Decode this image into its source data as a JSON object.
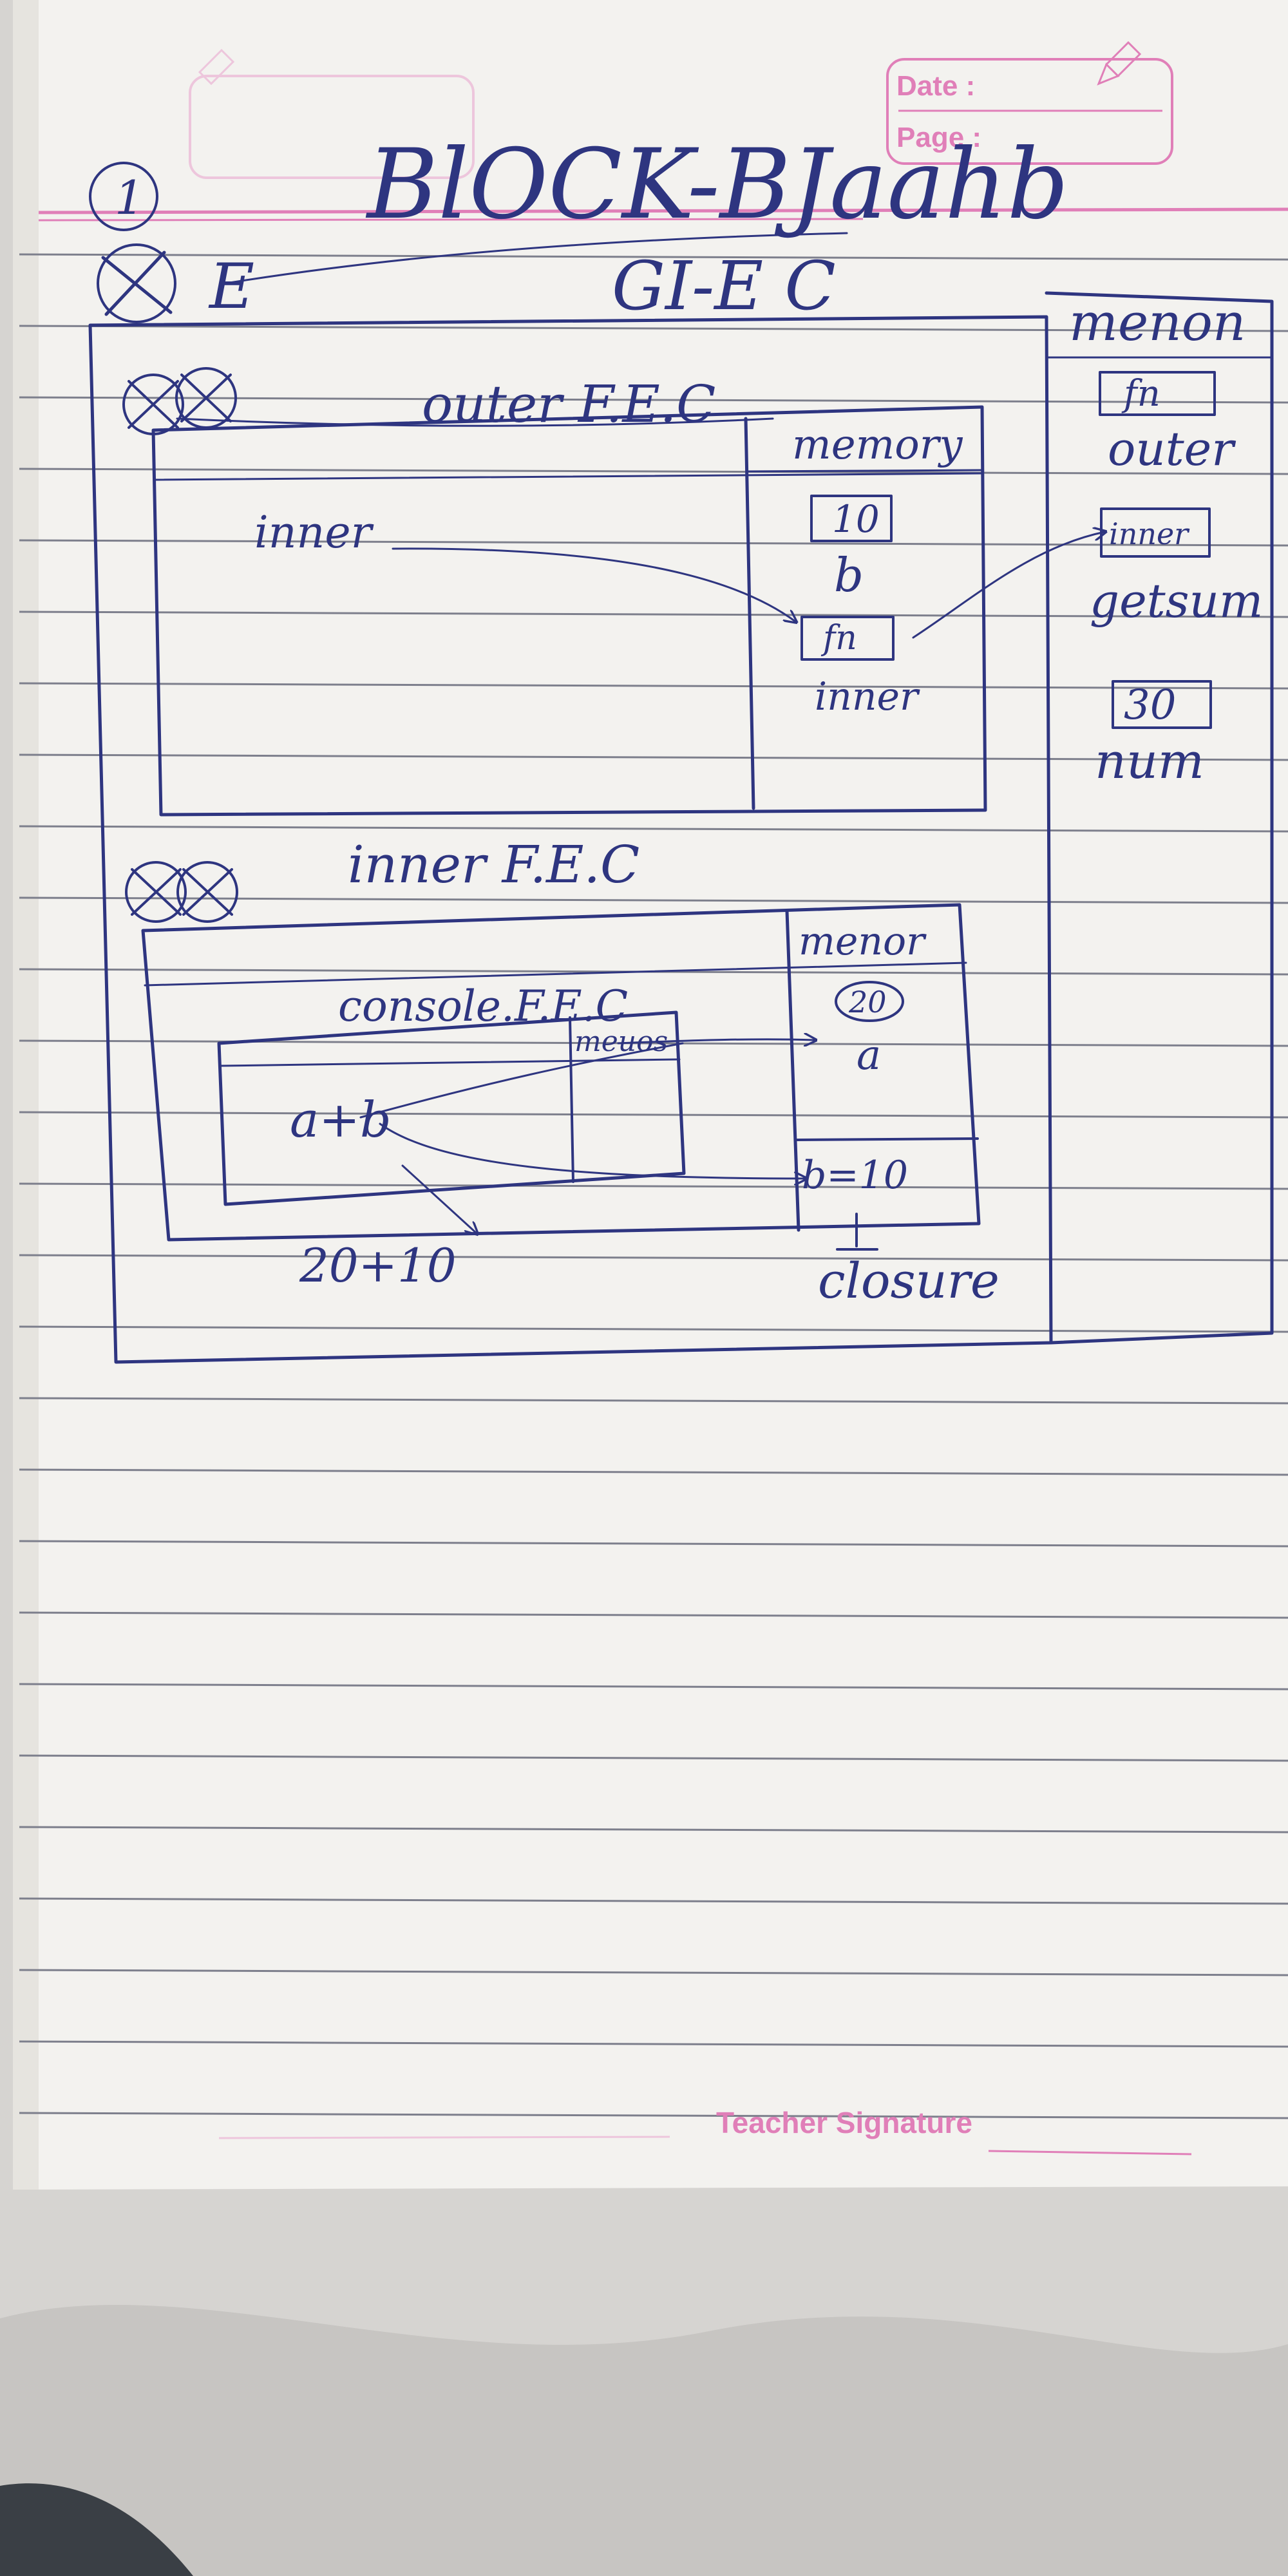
{
  "page": {
    "header": {
      "date_label": "Date :",
      "page_label": "Page :"
    },
    "footer": {
      "teacher_signature": "Teacher Signature"
    },
    "colors": {
      "paper": "#f3f2ef",
      "rules": "#7d7f8c",
      "ink": "#2e3580",
      "printed": "#e07fb8"
    }
  },
  "notes": {
    "page_number": "1",
    "title": "BlOCK-BJaahb",
    "gec_prefix": "E",
    "gec_label": "GI-E C",
    "gec_memory": {
      "header": "menon",
      "items": [
        {
          "value": "fn",
          "name": "outer"
        },
        {
          "value": "inner",
          "name": "getsum"
        },
        {
          "value": "30",
          "name": "num"
        }
      ]
    },
    "outer_fec": {
      "label": "outer F.E.C",
      "code_text": "inner",
      "memory_header": "memory",
      "memory_items": [
        {
          "value": "10",
          "name": "b"
        },
        {
          "value": "fn",
          "name": "inner"
        }
      ]
    },
    "inner_fec": {
      "label": "inner F.E.C",
      "memory_header": "menor",
      "memory_items": [
        {
          "value": "20",
          "name": "a"
        },
        {
          "value": "b=10",
          "name": ""
        }
      ],
      "closure_label": "closure"
    },
    "console_fec": {
      "label": "console.F.E.C",
      "memory_header": "meuos",
      "expression": "a+b",
      "result": "20+10"
    }
  }
}
